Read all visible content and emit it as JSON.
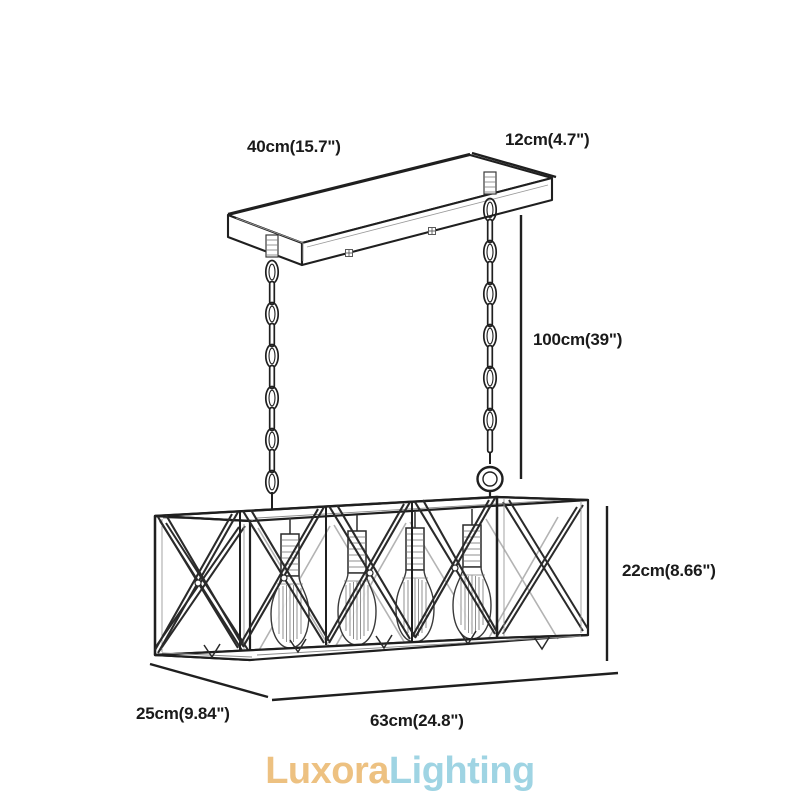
{
  "product": {
    "type": "rectangular cage chandelier dimension drawing",
    "bulb_count": 4
  },
  "dimensions": {
    "canopy_width": "40cm(15.7\")",
    "canopy_depth": "12cm(4.7\")",
    "drop_height": "100cm(39\")",
    "shade_height": "22cm(8.66\")",
    "shade_depth": "25cm(9.84\")",
    "shade_width": "63cm(24.8\")"
  },
  "watermark": {
    "part_a": "Luxora",
    "part_b": "Lighting",
    "color_a": "#edc181",
    "color_b": "#9fd4e3"
  },
  "colors": {
    "background": "#ffffff",
    "line": "#1f1f1f",
    "line_light": "#5a5a5a",
    "text": "#1a1a1a"
  }
}
